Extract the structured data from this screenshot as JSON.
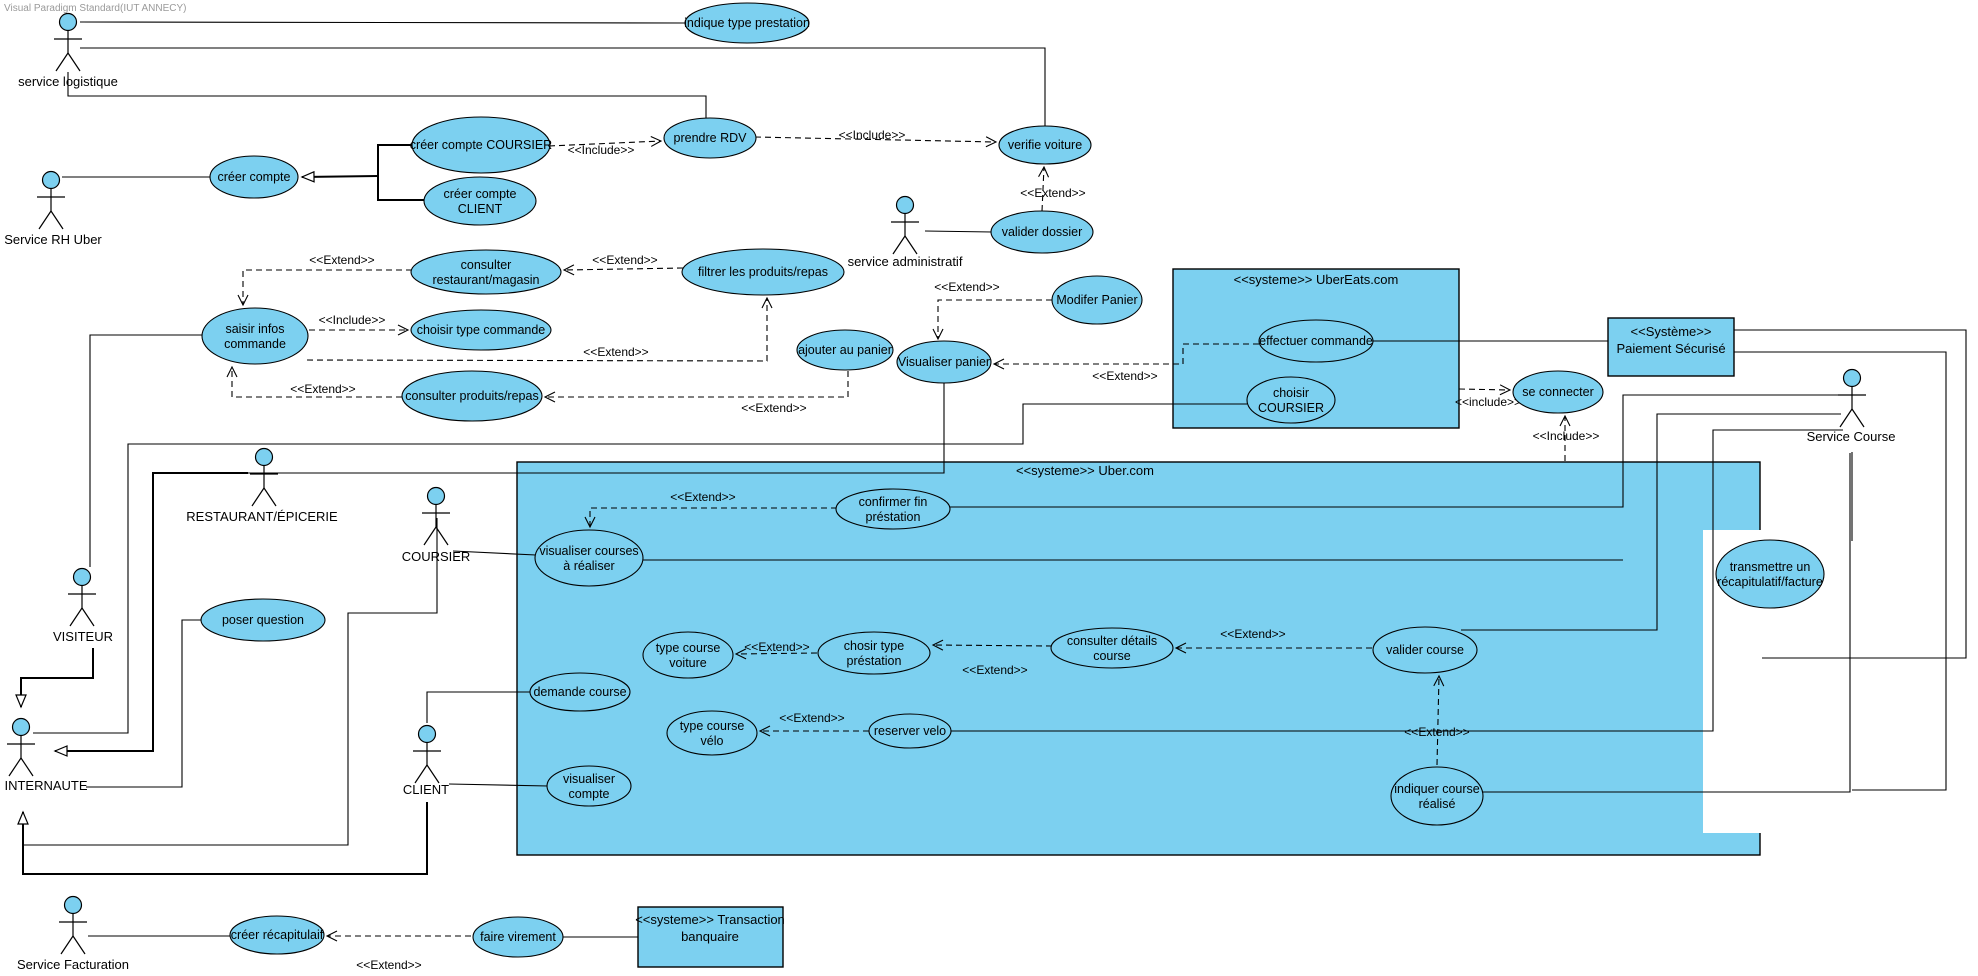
{
  "watermark": "Visual Paradigm Standard(IUT ANNECY)",
  "colors": {
    "shape_fill": "#7cd0f0",
    "stroke": "#000000",
    "background": "#ffffff",
    "watermark_gray": "#9a9a9a"
  },
  "actors": {
    "logistique": "service logistique",
    "rh": "Service RH Uber",
    "admin": "service administratif",
    "course": "Service Course",
    "restaurant": "RESTAURANT/ÉPICERIE",
    "coursier": "COURSIER",
    "visiteur": "VISITEUR",
    "internaute": "INTERNAUTE",
    "client": "CLIENT",
    "facturation": "Service Facturation"
  },
  "systems": {
    "ubereats": "<<systeme>> UberEats.com",
    "paiement_1": "<<Système>>",
    "paiement_2": "Paiement Sécurisé",
    "uber": "<<systeme>> Uber.com",
    "transaction_1": "<<systeme>> Transaction",
    "transaction_2": "banquaire"
  },
  "usecases": {
    "indique": "indique type prestation",
    "creer_compte": "créer compte",
    "creer_coursier": "créer compte COURSIER",
    "creer_client_1": "créer compte",
    "creer_client_2": "CLIENT",
    "prendre_rdv": "prendre RDV",
    "verifie_voiture": "verifie voiture",
    "valider_dossier": "valider dossier",
    "consulter_resto_1": "consulter",
    "consulter_resto_2": "restaurant/magasin",
    "filtrer": "filtrer les produits/repas",
    "saisir_1": "saisir infos",
    "saisir_2": "commande",
    "choisir_type_cmd": "choisir type commande",
    "consulter_produits": "consulter produits/repas",
    "ajouter_panier": "ajouter au panier",
    "visualiser_panier": "Visualiser panier",
    "modifer_panier": "Modifer Panier",
    "effectuer_commande": "effectuer commande",
    "choisir_coursier_1": "choisir",
    "choisir_coursier_2": "COURSIER",
    "se_connecter": "se connecter",
    "confirmer_1": "confirmer fin",
    "confirmer_2": "préstation",
    "vis_courses_1": "visualiser courses",
    "vis_courses_2": "à réaliser",
    "type_voiture_1": "type course",
    "type_voiture_2": "voiture",
    "chosir_prestation_1": "chosir type",
    "chosir_prestation_2": "préstation",
    "consulter_details_1": "consulter détails",
    "consulter_details_2": "course",
    "valider_course": "valider course",
    "demande_course": "demande course",
    "type_velo_1": "type course",
    "type_velo_2": "vélo",
    "reserver_velo": "reserver velo",
    "indiquer_1": "indiquer course",
    "indiquer_2": "réalisé",
    "vis_compte_1": "visualiser",
    "vis_compte_2": "compte",
    "transmettre_1": "transmettre un",
    "transmettre_2": "récapitulatif/facture",
    "poser_question": "poser question",
    "creer_recap": "créer récapitulaif",
    "faire_virement": "faire virement"
  },
  "edge_labels": {
    "include": "<<Include>>",
    "include_lc": "<<include>>",
    "extend": "<<Extend>>"
  }
}
